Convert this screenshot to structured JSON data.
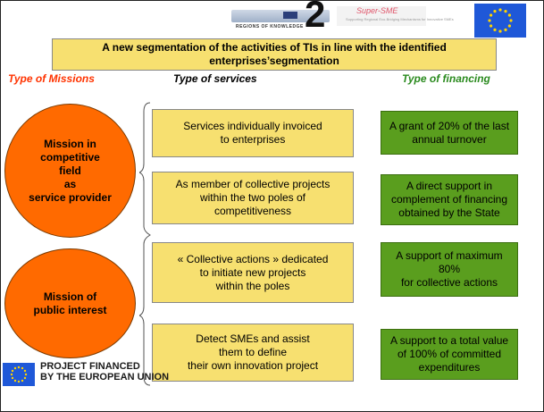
{
  "header": {
    "rok_logo_caption": "REGIONS OF KNOWLEDGE",
    "big_numeral": "2",
    "super_sme_name": "Super-SME",
    "super_sme_tagline": "Supporting Regional Eco-Bridging Mechanisms for Innovative SMEs"
  },
  "title": "A new segmentation of the activities of TIs in line with the identified enterprises’segmentation",
  "columns": {
    "missions": "Type of Missions",
    "services": "Type of services",
    "financing": "Type of financing"
  },
  "colors": {
    "missions_header": "#ff3300",
    "services_header": "#000000",
    "financing_header": "#2a8a1e",
    "mission_fill": "#ff6a00",
    "service_fill": "#f7e070",
    "financing_fill": "#5a9e1e"
  },
  "missions": [
    {
      "lines": [
        "Mission in",
        "competitive",
        "field",
        "as",
        "service provider"
      ]
    },
    {
      "lines": [
        "Mission of",
        "public interest"
      ]
    }
  ],
  "services": [
    {
      "lines": [
        "Services individually invoiced",
        "to enterprises"
      ]
    },
    {
      "lines": [
        "As member of collective projects",
        "within the two poles of",
        "competitiveness"
      ]
    },
    {
      "lines": [
        "« Collective actions » dedicated",
        "to initiate new projects",
        "within the poles"
      ]
    },
    {
      "lines": [
        "Detect SMEs and assist",
        "them to define",
        "their own innovation project"
      ]
    }
  ],
  "financing": [
    {
      "lines": [
        "A grant of 20% of the last",
        "annual turnover"
      ]
    },
    {
      "lines": [
        "A direct support in",
        "complement of financing",
        "obtained by the State"
      ]
    },
    {
      "lines": [
        "A support of maximum",
        "80%",
        "for collective actions"
      ]
    },
    {
      "lines": [
        "A support to a total value",
        "of 100% of committed",
        "expenditures"
      ]
    }
  ],
  "footer": {
    "line1": "PROJECT  FINANCED",
    "line2": "BY THE EUROPEAN UNION"
  },
  "icons": {
    "top_flag": "eu-flag-icon",
    "bottom_flag": "eu-flag-icon"
  }
}
